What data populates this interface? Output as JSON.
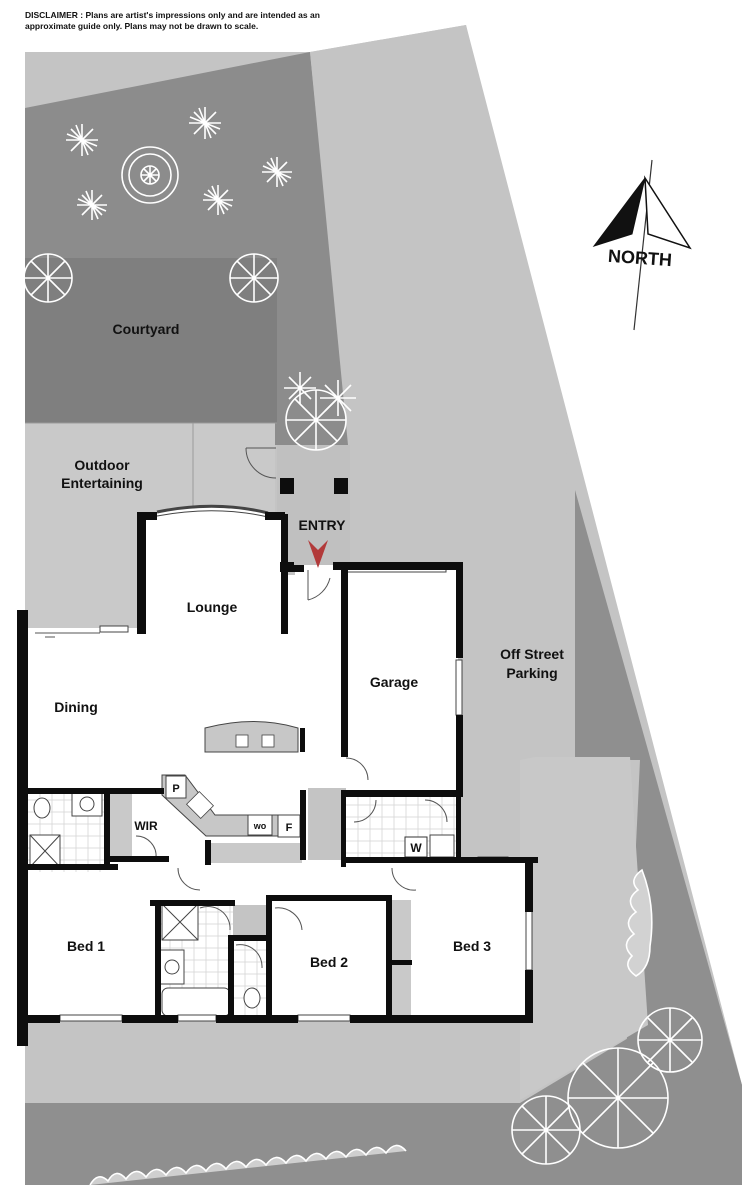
{
  "disclaimer": {
    "heading": "DISCLAIMER :",
    "text": "Plans are artist's impressions only and are intended as an approximate guide only.  Plans may not be drawn to scale."
  },
  "compass": {
    "label": "NORTH"
  },
  "entry": {
    "label": "ENTRY"
  },
  "rooms": {
    "courtyard": "Courtyard",
    "outdoor_line1": "Outdoor",
    "outdoor_line2": "Entertaining",
    "lounge": "Lounge",
    "dining": "Dining",
    "garage": "Garage",
    "parking_line1": "Off Street",
    "parking_line2": "Parking",
    "wir": "WIR",
    "pantry": "P",
    "wall_oven": "wo",
    "fridge": "F",
    "washer": "W",
    "bed1": "Bed 1",
    "bed2": "Bed 2",
    "bed3": "Bed 3"
  },
  "colors": {
    "dark_landscape": "#8f8f8f",
    "paving": "#c8c8c8",
    "light_ground": "#c4c4c4",
    "floor": "#ffffff",
    "wall": "#0d0d0d",
    "entry_arrow": "#b23a3a"
  }
}
